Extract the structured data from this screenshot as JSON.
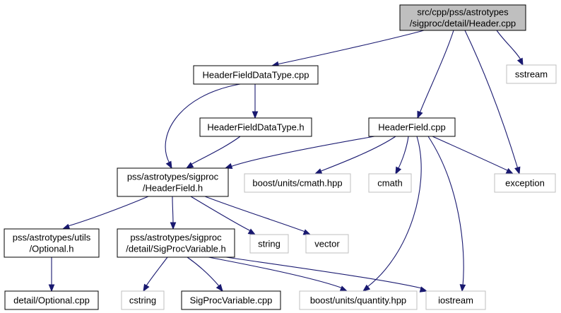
{
  "nodes": {
    "header_cpp": {
      "lines": [
        "src/cpp/pss/astrotypes",
        "/sigproc/detail/Header.cpp"
      ],
      "kind": "root"
    },
    "sstream": {
      "lines": [
        "sstream"
      ],
      "kind": "external"
    },
    "headerfielddatatype_cpp": {
      "lines": [
        "HeaderFieldDataType.cpp"
      ],
      "kind": "internal"
    },
    "headerfielddatatype_h": {
      "lines": [
        "HeaderFieldDataType.h"
      ],
      "kind": "internal"
    },
    "headerfield_cpp": {
      "lines": [
        "HeaderField.cpp"
      ],
      "kind": "internal"
    },
    "headerfield_h": {
      "lines": [
        "pss/astrotypes/sigproc",
        "/HeaderField.h"
      ],
      "kind": "internal"
    },
    "boost_cmath": {
      "lines": [
        "boost/units/cmath.hpp"
      ],
      "kind": "external"
    },
    "cmath": {
      "lines": [
        "cmath"
      ],
      "kind": "external"
    },
    "exception": {
      "lines": [
        "exception"
      ],
      "kind": "external"
    },
    "optional_h": {
      "lines": [
        "pss/astrotypes/utils",
        "/Optional.h"
      ],
      "kind": "internal"
    },
    "sigprocvariable_h": {
      "lines": [
        "pss/astrotypes/sigproc",
        "/detail/SigProcVariable.h"
      ],
      "kind": "internal"
    },
    "string": {
      "lines": [
        "string"
      ],
      "kind": "external"
    },
    "vector": {
      "lines": [
        "vector"
      ],
      "kind": "external"
    },
    "optional_cpp": {
      "lines": [
        "detail/Optional.cpp"
      ],
      "kind": "internal"
    },
    "cstring": {
      "lines": [
        "cstring"
      ],
      "kind": "external"
    },
    "sigprocvariable_cpp": {
      "lines": [
        "SigProcVariable.cpp"
      ],
      "kind": "internal"
    },
    "boost_quantity": {
      "lines": [
        "boost/units/quantity.hpp"
      ],
      "kind": "external"
    },
    "iostream": {
      "lines": [
        "iostream"
      ],
      "kind": "external"
    }
  },
  "edges": [
    {
      "from": "header_cpp",
      "to": "headerfielddatatype_cpp"
    },
    {
      "from": "header_cpp",
      "to": "sstream"
    },
    {
      "from": "header_cpp",
      "to": "headerfield_cpp"
    },
    {
      "from": "header_cpp",
      "to": "exception"
    },
    {
      "from": "headerfielddatatype_cpp",
      "to": "headerfielddatatype_h"
    },
    {
      "from": "headerfielddatatype_cpp",
      "to": "headerfield_h"
    },
    {
      "from": "headerfielddatatype_h",
      "to": "headerfield_h"
    },
    {
      "from": "headerfield_cpp",
      "to": "headerfield_h"
    },
    {
      "from": "headerfield_cpp",
      "to": "boost_cmath"
    },
    {
      "from": "headerfield_cpp",
      "to": "cmath"
    },
    {
      "from": "headerfield_cpp",
      "to": "exception"
    },
    {
      "from": "headerfield_cpp",
      "to": "boost_quantity"
    },
    {
      "from": "headerfield_cpp",
      "to": "iostream"
    },
    {
      "from": "headerfield_h",
      "to": "optional_h"
    },
    {
      "from": "headerfield_h",
      "to": "sigprocvariable_h"
    },
    {
      "from": "headerfield_h",
      "to": "string"
    },
    {
      "from": "headerfield_h",
      "to": "vector"
    },
    {
      "from": "optional_h",
      "to": "optional_cpp"
    },
    {
      "from": "sigprocvariable_h",
      "to": "cstring"
    },
    {
      "from": "sigprocvariable_h",
      "to": "sigprocvariable_cpp"
    },
    {
      "from": "sigprocvariable_h",
      "to": "boost_quantity"
    },
    {
      "from": "sigprocvariable_h",
      "to": "iostream"
    }
  ]
}
